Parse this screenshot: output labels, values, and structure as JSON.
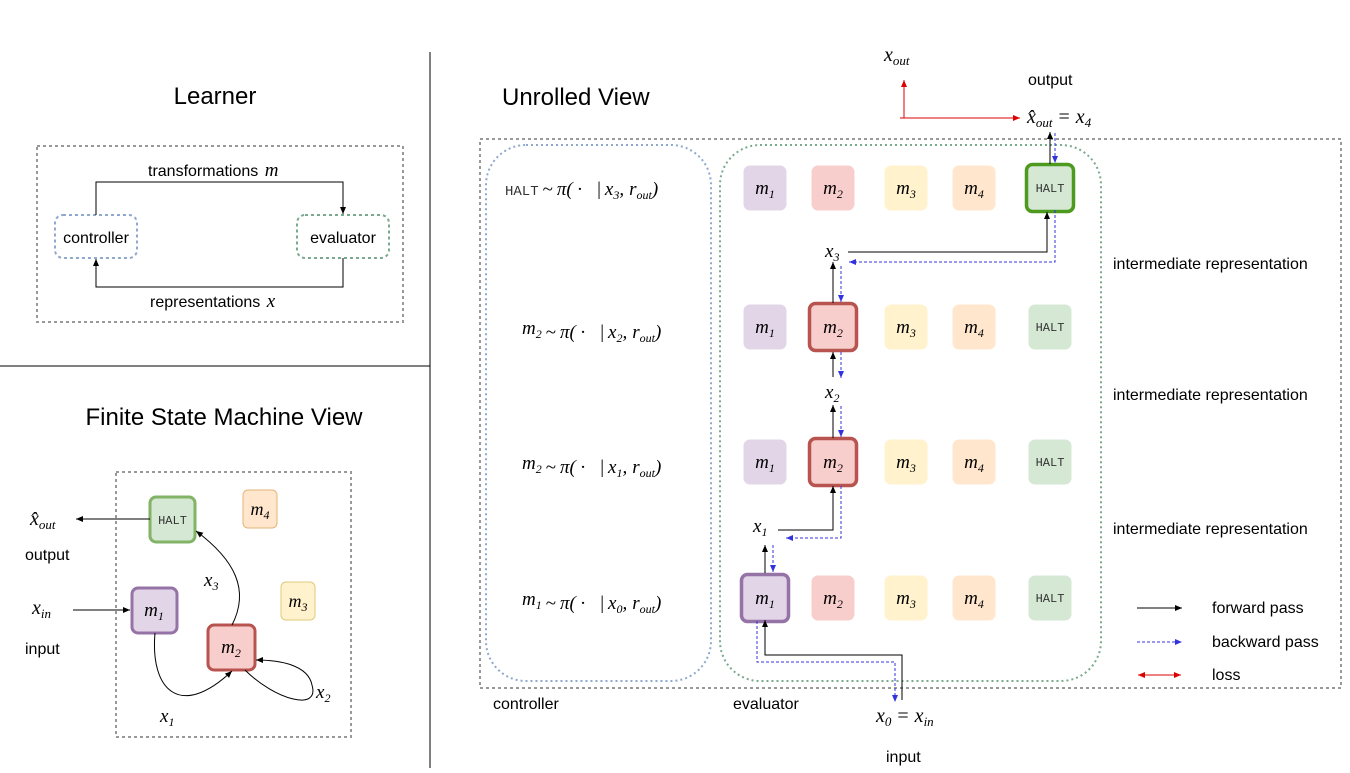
{
  "learner": {
    "title": "Learner",
    "top_arrow_label": "transformations",
    "top_arrow_var": "m",
    "bottom_arrow_label": "representations",
    "bottom_arrow_var": "x",
    "controller": "controller",
    "evaluator": "evaluator"
  },
  "fsm": {
    "title": "Finite State Machine View",
    "output_label": "output",
    "input_label": "input",
    "x_out_main": "x̂",
    "x_out_sub": "out",
    "x_in_main": "x",
    "x_in_sub": "in",
    "edge_x1": {
      "main": "x",
      "sub": "1"
    },
    "edge_x2": {
      "main": "x",
      "sub": "2"
    },
    "edge_x3": {
      "main": "x",
      "sub": "3"
    },
    "nodes": {
      "halt": "HALT",
      "m1": {
        "main": "m",
        "sub": "1"
      },
      "m2": {
        "main": "m",
        "sub": "2"
      },
      "m3": {
        "main": "m",
        "sub": "3"
      },
      "m4": {
        "main": "m",
        "sub": "4"
      }
    }
  },
  "unrolled": {
    "title": "Unrolled View",
    "controller_label": "controller",
    "evaluator_label": "evaluator",
    "output_label": "output",
    "input_label": "input",
    "x_out_top": {
      "main": "x",
      "sub": "out"
    },
    "x_out_hat": {
      "main": "x̂",
      "sub": "out",
      "eq": "=",
      "rhs": "x",
      "rhs_sub": "4"
    },
    "x0_eq": {
      "main": "x",
      "sub": "0",
      "eq": "=",
      "rhs": "x",
      "rhs_sub": "in"
    },
    "x1": {
      "main": "x",
      "sub": "1"
    },
    "x2": {
      "main": "x",
      "sub": "2"
    },
    "x3": {
      "main": "x",
      "sub": "3"
    },
    "intermediate_labels": [
      "intermediate representation",
      "intermediate representation",
      "intermediate representation"
    ],
    "rows": [
      {
        "lhs": "HALT",
        "lhs_mono": true,
        "tilde": "~",
        "pi": "π(",
        "dot": "·",
        "bar": "|",
        "arg": "x",
        "arg_sub": "3",
        "comma": ",",
        "r": "r",
        "r_sub": "out",
        "close": ")"
      },
      {
        "lhs": "m",
        "lhs_sub": "2",
        "tilde": "~",
        "pi": "π(",
        "dot": "·",
        "bar": "|",
        "arg": "x",
        "arg_sub": "2",
        "comma": ",",
        "r": "r",
        "r_sub": "out",
        "close": ")"
      },
      {
        "lhs": "m",
        "lhs_sub": "2",
        "tilde": "~",
        "pi": "π(",
        "dot": "·",
        "bar": "|",
        "arg": "x",
        "arg_sub": "1",
        "comma": ",",
        "r": "r",
        "r_sub": "out",
        "close": ")"
      },
      {
        "lhs": "m",
        "lhs_sub": "1",
        "tilde": "~",
        "pi": "π(",
        "dot": "·",
        "bar": "|",
        "arg": "x",
        "arg_sub": "0",
        "comma": ",",
        "r": "r",
        "r_sub": "out",
        "close": ")"
      }
    ],
    "module_subs": [
      "1",
      "2",
      "3",
      "4"
    ],
    "module_main": "m",
    "halt": "HALT",
    "selected": [
      "halt",
      "m2",
      "m2",
      "m1"
    ]
  },
  "legend": {
    "forward": "forward pass",
    "backward": "backward pass",
    "loss": "loss"
  },
  "colors": {
    "m1_fill": "#e1d5e7",
    "m1_stroke": "#9673a6",
    "m2_fill": "#f8cecc",
    "m2_stroke": "#b85450",
    "m3_fill": "#fff2cc",
    "m3_stroke": "#d6b656",
    "m4_fill": "#ffe6cc",
    "m4_stroke": "#d79b00",
    "halt_fill": "#d5e8d4",
    "halt_stroke": "#82b366",
    "halt_selected_stroke": "#4d9a1f",
    "controller_border": "#8fa8cc",
    "evaluator_border": "#7aaa8e",
    "backward": "#3333dd",
    "loss": "#dd0000"
  }
}
